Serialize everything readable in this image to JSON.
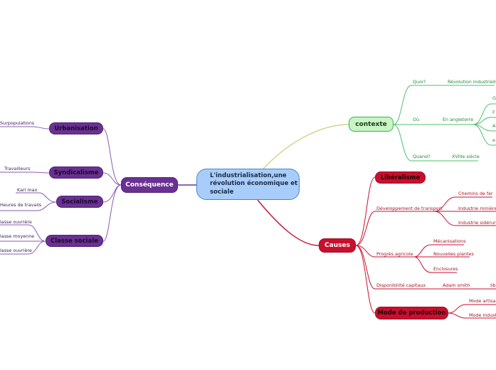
{
  "central": {
    "title": "L'industrialisation,une révolution économique et sociale"
  },
  "consequence": {
    "label": "Conséquence",
    "branches": [
      {
        "label": "Urbanisation",
        "children": [
          "Surpopulations"
        ]
      },
      {
        "label": "Syndicalisme",
        "children": [
          "Travailleurs"
        ]
      },
      {
        "label": "Socialisme",
        "children": [
          "Karl max",
          "Heures de travails"
        ]
      },
      {
        "label": "Classe sociale",
        "children": [
          "lasse ouvrière",
          "lasse moyenne",
          "lasse ouvrière"
        ]
      }
    ]
  },
  "contexte": {
    "label": "contexte",
    "quoi": {
      "label": "Quoi?",
      "answer": "Révolution industrielle"
    },
    "ou": {
      "label": "Où",
      "answer": "En angleterre",
      "children": [
        "G",
        "F",
        "A",
        "e"
      ]
    },
    "quand": {
      "label": "Quand?",
      "answer": "XVIIIe siècle"
    }
  },
  "causes": {
    "label": "Causes",
    "liberalisme": "Libéralisme",
    "transport": {
      "label": "Développement de transport",
      "children": [
        "Chemins de fer",
        "Industrie minière",
        "Industrie sidérurgique"
      ]
    },
    "agricole": {
      "label": "Progrès agricole",
      "children": [
        "Mécanisations",
        "Nouvelles plantes",
        "Enclosures"
      ]
    },
    "capitaux": {
      "label": "Disponibilité capitaux",
      "children": [
        "Adam smith",
        "libé"
      ]
    },
    "production": {
      "label": "Mode de production",
      "children": [
        "Mode artisanal",
        "Mode industriel"
      ]
    }
  },
  "colors": {
    "purple": "#6a3092",
    "red": "#c8102e",
    "green": "#3bb04e",
    "olive": "#c7cf7a",
    "central": "#a9cdfa"
  }
}
